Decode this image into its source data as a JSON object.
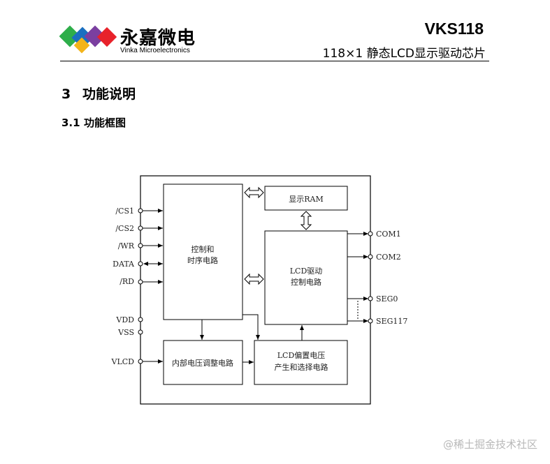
{
  "header": {
    "company_cn": "永嘉微电",
    "company_en": "Vinka Microelectronics",
    "product": "VKS118",
    "product_desc": "118×1 静态LCD显示驱动芯片"
  },
  "section": {
    "number": "3",
    "title": "功能说明"
  },
  "subsection": {
    "number": "3.1",
    "title": "功能框图"
  },
  "diagram": {
    "pins_left": [
      "/CS1",
      "/CS2",
      "/WR",
      "DATA",
      "/RD",
      "VDD",
      "VSS",
      "VLCD"
    ],
    "pins_right": [
      "COM1",
      "COM2",
      "SEG0",
      "SEG117"
    ],
    "blocks": {
      "control_line1": "控制和",
      "control_line2": "时序电路",
      "ram": "显示RAM",
      "lcd_driver_line1": "LCD驱动",
      "lcd_driver_line2": "控制电路",
      "regulator": "内部电压调整电路",
      "bias_line1": "LCD偏置电压",
      "bias_line2": "产生和选择电路"
    }
  },
  "watermark": "@稀土掘金技术社区",
  "colors": {
    "logo_red": "#e8222a",
    "logo_blue": "#1b6fc0",
    "logo_green": "#2eae4a",
    "logo_purple": "#7b3fa0"
  }
}
